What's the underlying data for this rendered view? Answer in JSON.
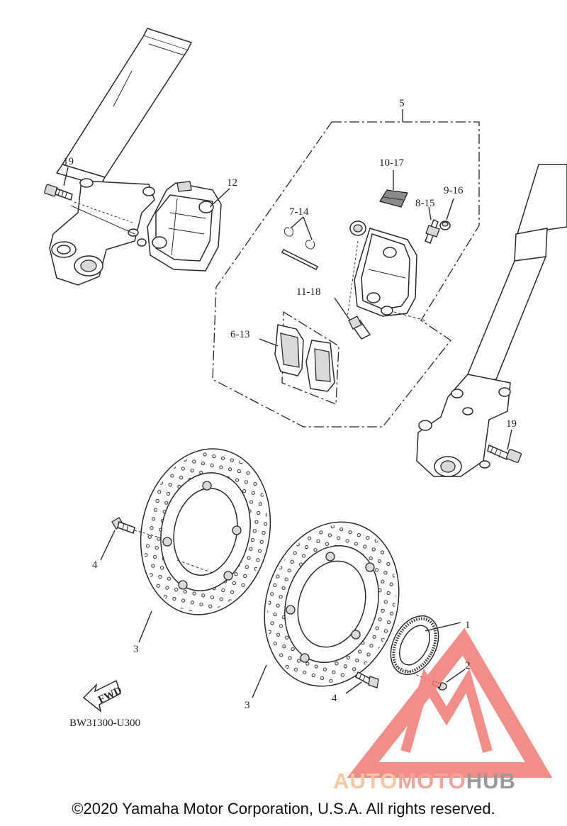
{
  "diagram": {
    "callouts": {
      "c1": "1",
      "c2": "2",
      "c3a": "3",
      "c3b": "3",
      "c4a": "4",
      "c4b": "4",
      "c5": "5",
      "c6_13": "6-13",
      "c7_14": "7-14",
      "c8_15": "8-15",
      "c9_16": "9-16",
      "c10_17": "10-17",
      "c11_18": "11-18",
      "c12": "12",
      "c19a": "19",
      "c19b": "19"
    },
    "fwd_label": "FWD",
    "drawing_code": "BW31300-U300"
  },
  "watermark": {
    "part1": "AUTO",
    "part2": "MOTO",
    "part3": "HUB",
    "colors": {
      "auto": "#f6c7a2",
      "moto": "#f3a49a",
      "hub": "#9a9a9a",
      "logo": "#f07a73"
    }
  },
  "footer": {
    "copyright": "©2020 Yamaha Motor Corporation, U.S.A. All rights reserved."
  }
}
